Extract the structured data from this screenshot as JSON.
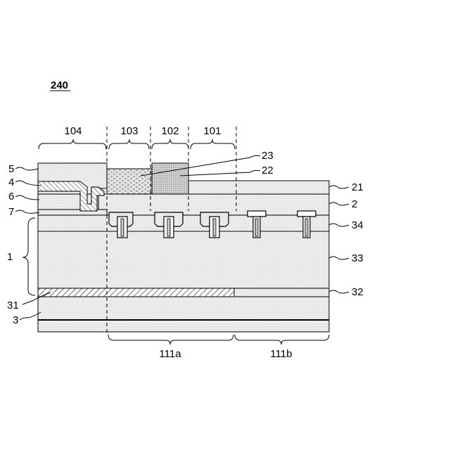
{
  "figure": {
    "number": "240",
    "regions": {
      "r104": "104",
      "r103": "103",
      "r102": "102",
      "r101": "101"
    },
    "layers": {
      "l1": "1",
      "l2": "2",
      "l3": "3",
      "l4": "4",
      "l5": "5",
      "l6": "6",
      "l7": "7",
      "l21": "21",
      "l22": "22",
      "l23": "23",
      "l31": "31",
      "l32": "32",
      "l33": "33",
      "l34": "34"
    },
    "bottom_regions": {
      "b111a": "111a",
      "b111b": "111b"
    }
  }
}
